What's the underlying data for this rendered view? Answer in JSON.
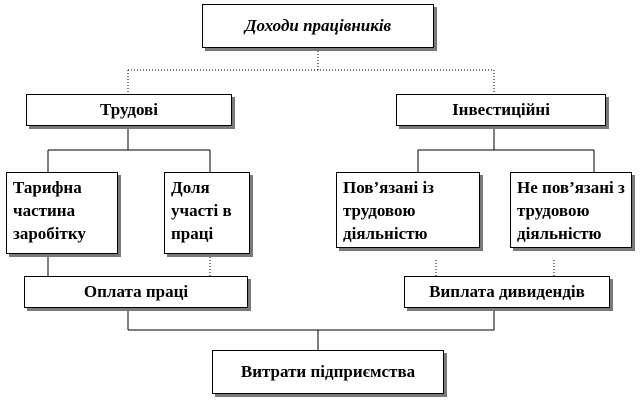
{
  "diagram": {
    "root": "Доходи працівників",
    "labor": {
      "title": "Трудові",
      "tariff": "Тарифна частина заробітку",
      "share": "Доля участі в праці",
      "payroll": "Оплата праці"
    },
    "investment": {
      "title": "Інвестиційні",
      "related": "Пов’язані із трудовою діяльністю",
      "unrelated": "Не пов’язані з трудовою діяльністю",
      "dividends": "Виплата дивидендів"
    },
    "expenses": "Витрати підприємства"
  }
}
